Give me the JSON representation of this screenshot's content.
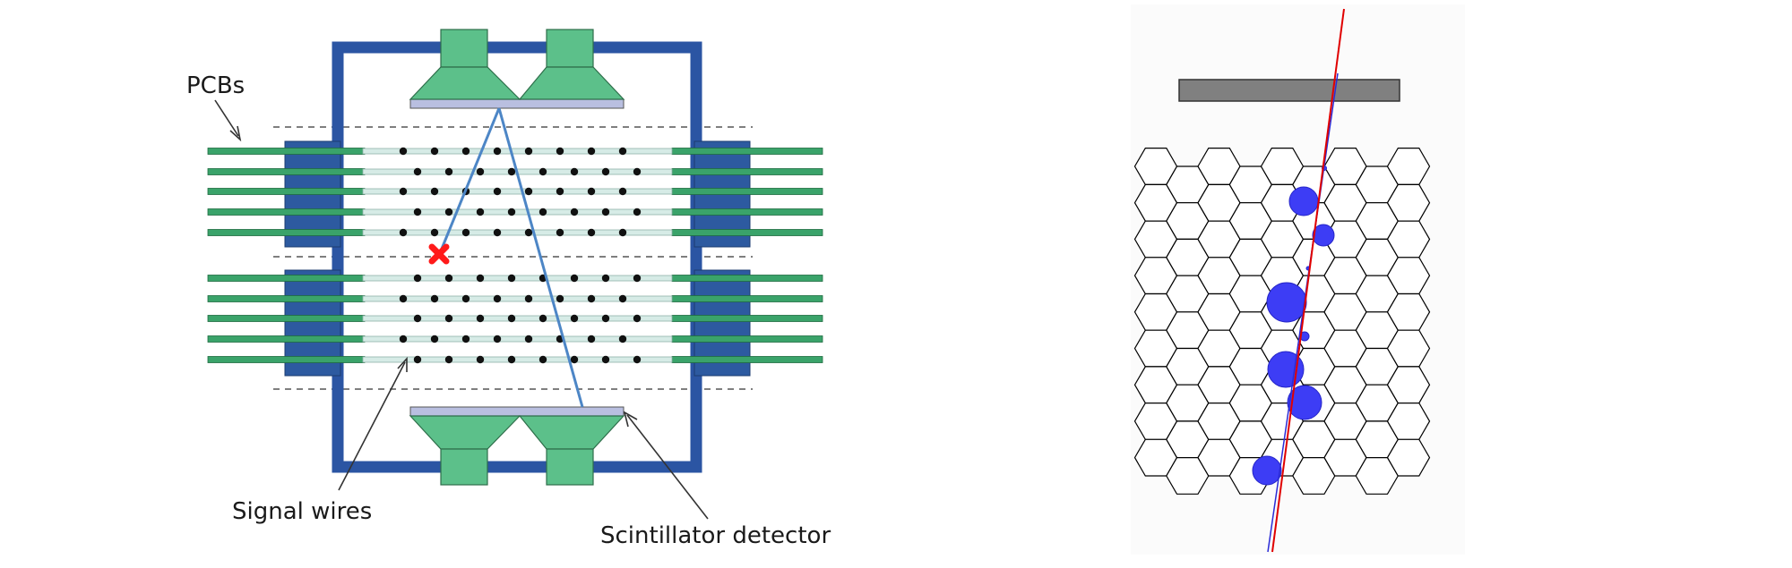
{
  "left_diagram": {
    "labels": {
      "pcbs": "PCBs",
      "signal_wires": "Signal wires",
      "scintillator": "Scintillator detector"
    },
    "colors": {
      "frame": "#2b55a3",
      "pcb_blocks": "#2d5aa0",
      "green_strips": "#3aa36a",
      "pmt": "#5cc08a",
      "scint_plate": "#b9bfe0",
      "light_paths": "#4d86c6",
      "wire_strip": "#d6ebe6",
      "wire_dot": "#111111",
      "hit_marker": "#ff1a1a"
    },
    "icons": {
      "hit_marker": "red-cross-icon"
    }
  },
  "right_diagram": {
    "colors": {
      "top_bar": "#808080",
      "hex_stroke": "#000000",
      "hit_fill": "#3d3df5",
      "track_red": "#e00000",
      "track_blue": "#2b2bd6"
    }
  }
}
